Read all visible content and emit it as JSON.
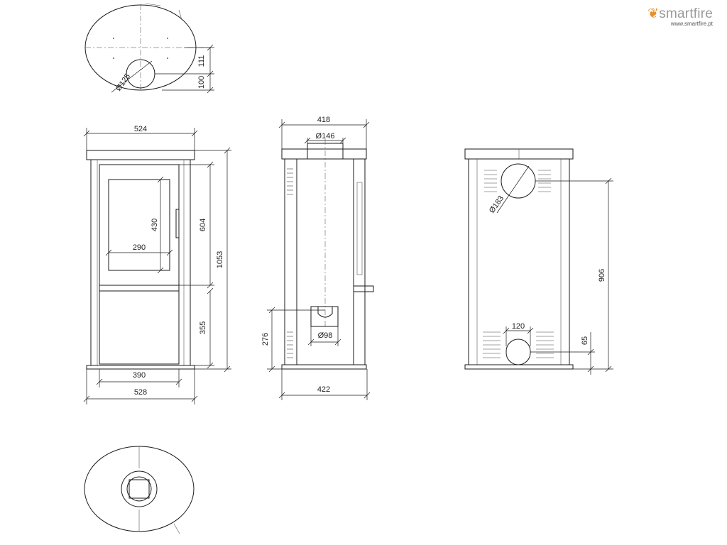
{
  "brand": {
    "logo_name": "smartfire",
    "flame_icon": "flame-icon",
    "accent_color": "#e8902a",
    "logo_color": "#9a9a9a",
    "url": "www.smartfire.pt"
  },
  "dimensions": {
    "top_flue_diameter": "Ø125",
    "top_offset_upper": "111",
    "top_offset_lower": "100",
    "front_top_width": "524",
    "front_window_height": "430",
    "front_window_width": "290",
    "front_door_height": "604",
    "front_total_height": "1053",
    "front_lower_height": "355",
    "front_base_inner_width": "390",
    "front_base_width": "528",
    "side_top_depth": "418",
    "side_flue_diameter": "Ø146",
    "side_air_inlet_height": "276",
    "side_air_inlet_diameter": "Ø98",
    "side_base_depth": "422",
    "back_flue_diameter": "Ø183",
    "back_flue_height": "906",
    "back_inlet_width": "120",
    "back_inlet_height": "65"
  }
}
